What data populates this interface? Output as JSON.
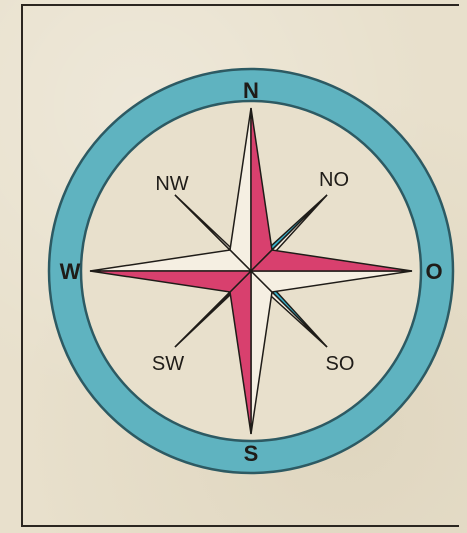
{
  "compass": {
    "labels": {
      "north": "N",
      "south": "S",
      "west": "W",
      "east": "O",
      "northwest": "NW",
      "northeast": "NO",
      "southwest": "SW",
      "southeast": "SO"
    },
    "colors": {
      "ring": "#5fb3c0",
      "ring_outline": "#2d5a63",
      "star_red": "#d8406e",
      "star_light": "#f5efe2",
      "star_blue": "#37aec8",
      "outline": "#1f1c18",
      "paper": "#e8e0cc"
    }
  }
}
